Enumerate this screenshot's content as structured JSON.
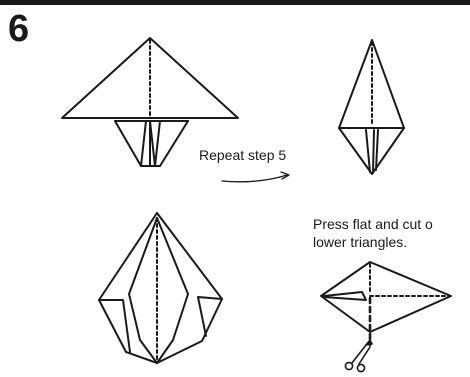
{
  "step": {
    "number": "6"
  },
  "captions": {
    "repeat": "Repeat step 5",
    "press_line1": "Press flat and cut o",
    "press_line2": "lower triangles."
  },
  "colors": {
    "ink": "#1a1a1a",
    "paper": "#ffffff"
  },
  "icons": [
    "scissors-icon",
    "arrow-icon"
  ]
}
